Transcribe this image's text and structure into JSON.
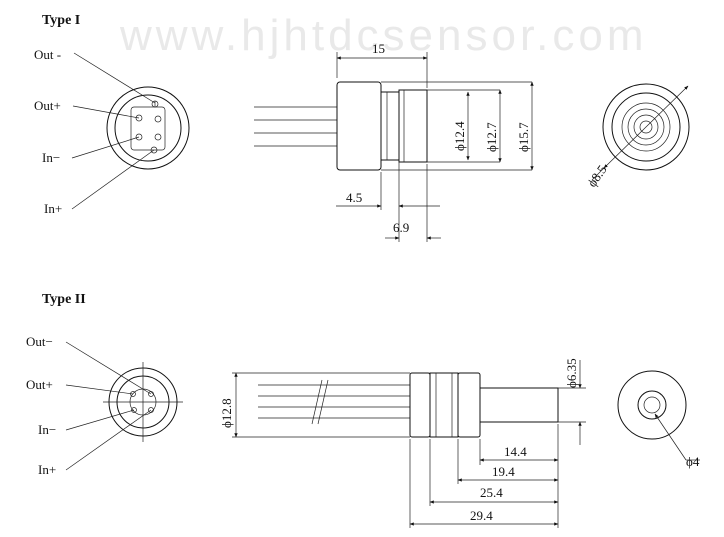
{
  "watermark": "www.hjhtdcsensor.com",
  "type1": {
    "title": "Type I",
    "pins": {
      "out_minus": "Out -",
      "out_plus": "Out+",
      "in_minus": "In−",
      "in_plus": "In+"
    },
    "dims": {
      "len15": "15",
      "d124": "ϕ12.4",
      "d127": "ϕ12.7",
      "d157": "ϕ15.7",
      "len45": "4.5",
      "len69": "6.9",
      "d85": "ϕ8.5"
    }
  },
  "type2": {
    "title": "Type II",
    "pins": {
      "out_minus": "Out−",
      "out_plus": "Out+",
      "in_minus": "In−",
      "in_plus": "In+"
    },
    "dims": {
      "d128": "ϕ12.8",
      "d635": "ϕ6.35",
      "len144": "14.4",
      "len194": "19.4",
      "len254": "25.4",
      "len294": "29.4",
      "d4": "ϕ4"
    }
  }
}
